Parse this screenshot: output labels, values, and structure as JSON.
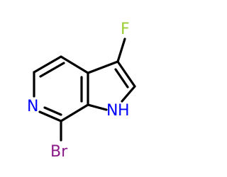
{
  "molecule": {
    "atoms": {
      "fluorine": {
        "symbol": "F",
        "color": "#9ACD32"
      },
      "nitrogen_pyridine": {
        "symbol": "N",
        "color": "#0000FF"
      },
      "nitrogen_pyrrole": {
        "symbol": "N",
        "color": "#0000FF"
      },
      "hydrogen_pyrrole": {
        "symbol": "H",
        "color": "#0000FF"
      },
      "bromine": {
        "symbol": "Br",
        "color": "#8B1A89"
      }
    },
    "bond_color": "#000000"
  }
}
